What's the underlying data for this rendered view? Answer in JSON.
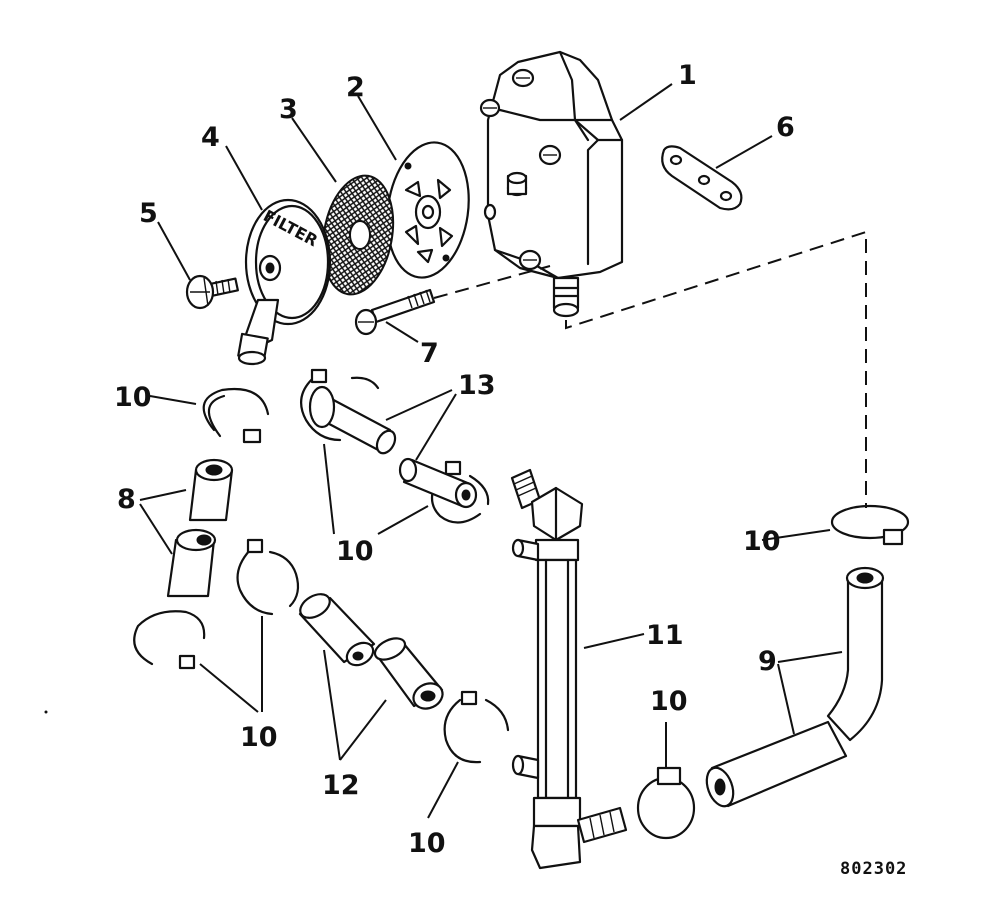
{
  "diagram": {
    "figure_number": "802302",
    "filter_cover_text": "FILTER",
    "callouts": {
      "c1": "1",
      "c2": "2",
      "c3": "3",
      "c4": "4",
      "c5": "5",
      "c6": "6",
      "c7": "7",
      "c8": "8",
      "c9": "9",
      "c10a": "10",
      "c10b": "10",
      "c10c": "10",
      "c10d": "10",
      "c10e": "10",
      "c10f": "10",
      "c11": "11",
      "c12": "12",
      "c13": "13"
    }
  }
}
